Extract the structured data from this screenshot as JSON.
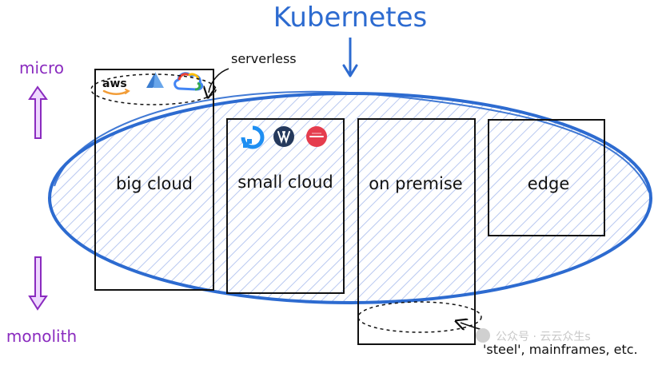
{
  "diagram": {
    "title": "Kubernetes",
    "left_labels": {
      "top": "micro",
      "bottom": "monolith"
    },
    "boxes": [
      {
        "label": "big cloud"
      },
      {
        "label": "small cloud"
      },
      {
        "label": "on premise"
      },
      {
        "label": "edge"
      }
    ],
    "annotations": {
      "serverless": "serverless",
      "steel": "'steel', mainframes, etc."
    },
    "logos": {
      "big_cloud": [
        {
          "text": "aws"
        },
        {
          "text": ""
        },
        {
          "text": ""
        }
      ],
      "small_cloud": [
        {
          "text": ""
        },
        {
          "text": ""
        },
        {
          "text": ""
        }
      ]
    },
    "watermark": "公众号 · 云云众生s"
  },
  "colors": {
    "blue": "#2d6bd0",
    "hatch": "#b8c8f0",
    "purple": "#8a2bbf",
    "black": "#111111",
    "watermark": "#c8c8c8",
    "red": "#e53d4e",
    "navy": "#25395c",
    "google_blue": "#4285f4",
    "google_red": "#ea4335",
    "google_yellow": "#fbbc05",
    "google_green": "#34a853",
    "azure": "#3a7ccf"
  }
}
